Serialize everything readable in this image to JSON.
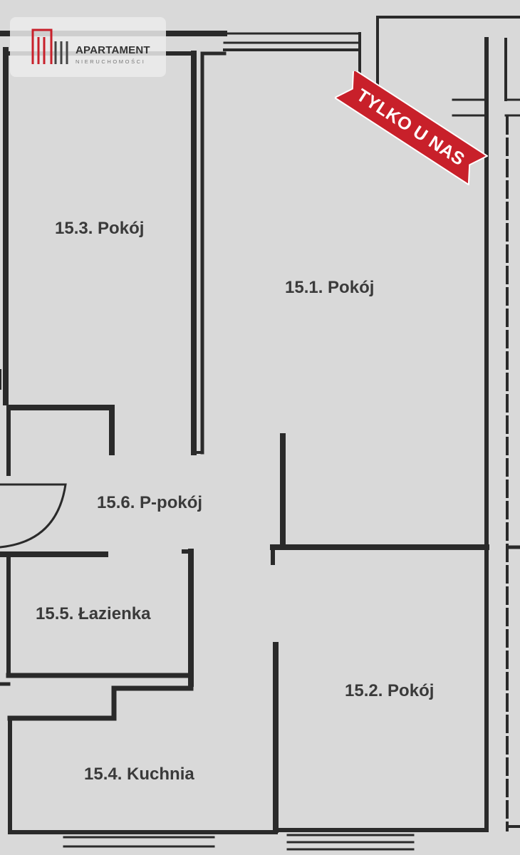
{
  "brand": {
    "name": "APARTAMENT",
    "subtitle": "NIERUCHOMOŚCI",
    "accent_color": "#c8202a"
  },
  "badge": {
    "text": "TYLKO U NAS",
    "color": "#c8202a"
  },
  "rooms": [
    {
      "id": "15.3",
      "label": "15.3. Pokój"
    },
    {
      "id": "15.1",
      "label": "15.1. Pokój"
    },
    {
      "id": "15.6",
      "label": "15.6. P-pokój"
    },
    {
      "id": "15.5",
      "label": "15.5. Łazienka"
    },
    {
      "id": "15.2",
      "label": "15.2. Pokój"
    },
    {
      "id": "15.4",
      "label": "15.4. Kuchnia"
    }
  ]
}
